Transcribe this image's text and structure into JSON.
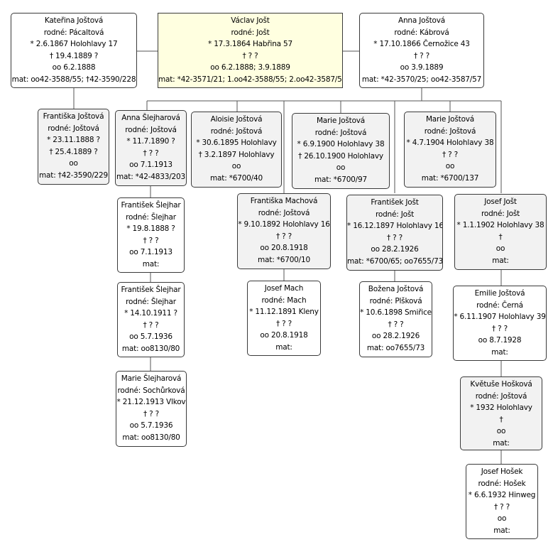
{
  "people": {
    "katerina": [
      "Kateřina Joštová",
      "rodné: Pácaltová",
      "* 2.6.1867 Holohlavy 17",
      "† 19.4.1889 ?",
      "oo 6.2.1888",
      "mat: oo42-3588/55; †42-3590/228"
    ],
    "vaclav": [
      "Václav Jošt",
      "rodné: Jošt",
      "* 17.3.1864 Habřina 57",
      "† ? ?",
      "oo 6.2.1888; 3.9.1889",
      "mat: *42-3571/21; 1.oo42-3588/55; 2.oo42-3587/57"
    ],
    "anna": [
      "Anna Joštová",
      "rodné: Kábrová",
      "* 17.10.1866 Černožice 43",
      "† ? ?",
      "oo 3.9.1889",
      "mat: *42-3570/25; oo42-3587/57"
    ],
    "frantiska": [
      "Františka Joštová",
      "rodné: Joštová",
      "* 23.11.1888 ?",
      "† 25.4.1889 ?",
      "oo",
      "mat: †42-3590/229"
    ],
    "anna_s": [
      "Anna Šlejharová",
      "rodné: Joštová",
      "* 11.7.1890 ?",
      "† ? ?",
      "oo 7.1.1913",
      "mat: *42-4833/203"
    ],
    "aloisie": [
      "Aloisie Joštová",
      "rodné: Joštová",
      "* 30.6.1895 Holohlavy",
      "† 3.2.1897 Holohlavy",
      "oo",
      "mat: *6700/40"
    ],
    "marie1900": [
      "Marie Joštová",
      "rodné: Joštová",
      "* 6.9.1900 Holohlavy 38",
      "† 26.10.1900 Holohlavy",
      "oo",
      "mat: *6700/97"
    ],
    "marie1904": [
      "Marie Joštová",
      "rodné: Joštová",
      "* 4.7.1904 Holohlavy 38",
      "† ? ?",
      "oo",
      "mat: *6700/137"
    ],
    "frantisek_s1": [
      "František Šlejhar",
      "rodné: Šlejhar",
      "* 19.8.1888 ?",
      "† ? ?",
      "oo 7.1.1913",
      "mat:"
    ],
    "frantiska_m": [
      "Františka Machová",
      "rodné: Joštová",
      "* 9.10.1892 Holohlavy 16",
      "† ? ?",
      "oo 20.8.1918",
      "mat: *6700/10"
    ],
    "frantisek_j": [
      "František Jošt",
      "rodné: Jošt",
      "* 16.12.1897 Holohlavy 16",
      "† ? ?",
      "oo 28.2.1926",
      "mat: *6700/65; oo7655/73"
    ],
    "josef_j": [
      "Josef Jošt",
      "rodné: Jošt",
      "* 1.1.1902 Holohlavy 38",
      "†",
      "oo",
      "mat:"
    ],
    "frantisek_s2": [
      "František Šlejhar",
      "rodné: Šlejhar",
      "* 14.10.1911 ?",
      "† ? ?",
      "oo 5.7.1936",
      "mat: oo8130/80"
    ],
    "josef_m": [
      "Josef Mach",
      "rodné: Mach",
      "* 11.12.1891 Kleny",
      "† ? ?",
      "oo 20.8.1918",
      "mat:"
    ],
    "bozena": [
      "Božena Joštová",
      "rodné: Plšková",
      "* 10.6.1898 Smiřice",
      "† ? ?",
      "oo 28.2.1926",
      "mat: oo7655/73"
    ],
    "emilie": [
      "Emilie Joštová",
      "rodné: Černá",
      "* 6.11.1907 Holohlavy 39",
      "† ? ?",
      "oo 8.7.1928",
      "mat:"
    ],
    "marie_s": [
      "Marie Šlejharová",
      "rodné: Sochůrková",
      "* 21.12.1913 Vlkov",
      "† ? ?",
      "oo 5.7.1936",
      "mat: oo8130/80"
    ],
    "kvetuse": [
      "Květuše Hošková",
      "rodné: Joštová",
      "* 1932 Holohlavy",
      "†",
      "oo",
      "mat:"
    ],
    "josef_h": [
      "Josef Hošek",
      "rodné: Hošek",
      "* 6.6.1932 Hinweg",
      "† ? ?",
      "oo",
      "mat:"
    ]
  }
}
